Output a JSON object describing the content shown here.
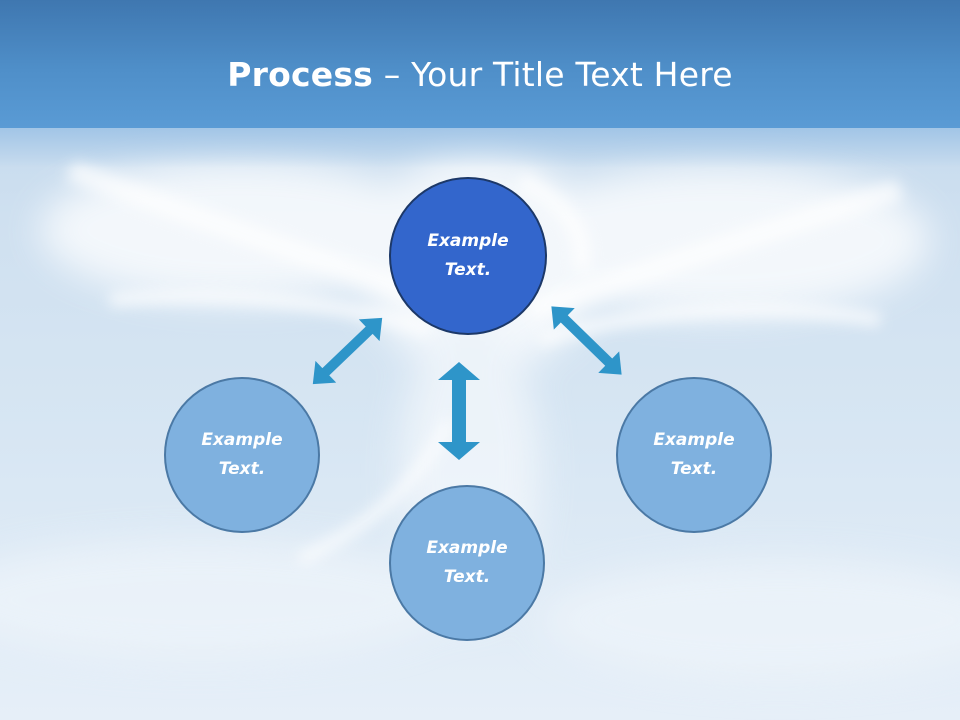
{
  "slide": {
    "title_bold": "Process",
    "title_rest": " – Your Title Text Here"
  },
  "nodes": {
    "top": {
      "line1": "Example",
      "line2": "Text."
    },
    "left": {
      "line1": "Example",
      "line2": "Text."
    },
    "bottom": {
      "line1": "Example",
      "line2": "Text."
    },
    "right": {
      "line1": "Example",
      "line2": "Text."
    }
  },
  "colors": {
    "title_band": "#4f8fc9",
    "primary_node": "#3366cc",
    "secondary_node": "#7fb1df",
    "arrow": "#2e95c9"
  }
}
